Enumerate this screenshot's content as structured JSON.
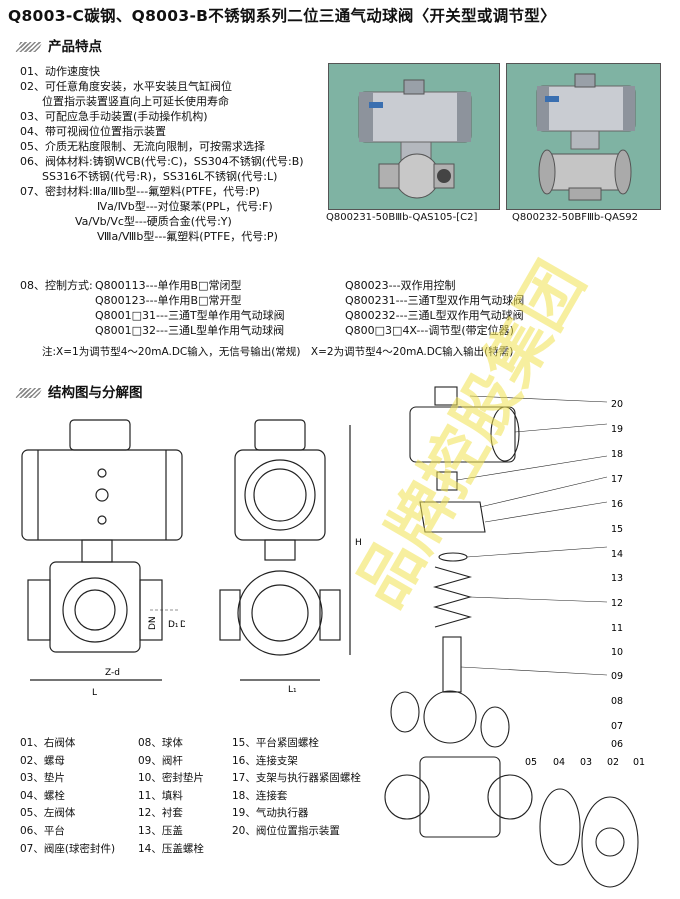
{
  "title": "Q8003-C碳钢、Q8003-B不锈钢系列二位三通气动球阀〈开关型或调节型〉",
  "section1": "产品特点",
  "section2": "结构图与分解图",
  "features": [
    "01、动作速度快",
    "02、可任意角度安装，水平安装且气缸阀位",
    "　　位置指示装置竖直向上可延长使用寿命",
    "03、可配应急手动装置(手动操作机构)",
    "04、带可视阀位位置指示装置",
    "05、介质无粘度限制、无流向限制，可按需求选择",
    "06、阀体材料:铸钢WCB(代号:C)，SS304不锈钢(代号:B)",
    "　　SS316不锈钢(代号:R)，SS316L不锈钢(代号:L)",
    "07、密封材料:Ⅲa/Ⅲb型---氟塑料(PTFE，代号:P)",
    "　　　　　　　Ⅳa/Ⅳb型---对位聚苯(PPL，代号:F)",
    "　　　　　Va/Vb/Vc型---硬质合金(代号:Y)",
    "　　　　　　　Ⅷa/Ⅷb型---氟塑料(PTFE，代号:P)"
  ],
  "control_label": "08、控制方式:",
  "control_left": [
    "Q800113---单作用B□常闭型",
    "Q800123---单作用B□常开型",
    "Q8001□31---三通T型单作用气动球阀",
    "Q8001□32---三通L型单作用气动球阀"
  ],
  "control_right": [
    "Q80023---双作用控制",
    "Q800231---三通T型双作用气动球阀",
    "Q800232---三通L型双作用气动球阀",
    "Q800□3□4X---调节型(带定位器)"
  ],
  "note": "注:X=1为调节型4～20mA.DC输入，无信号输出(常规)　X=2为调节型4～20mA.DC输入输出(特需)",
  "photo_captions": [
    "Q800231-50BⅢb-QAS105-[C2]",
    "Q800232-50BFⅢb-QAS92"
  ],
  "dim_labels": {
    "Z_d": "Z-d",
    "DN": "DN",
    "D1": "D₁",
    "D": "D",
    "L": "L",
    "L1": "L₁",
    "H": "H"
  },
  "parts_col1": [
    "01、右阀体",
    "02、螺母",
    "03、垫片",
    "04、螺栓",
    "05、左阀体",
    "06、平台",
    "07、阀座(球密封件)"
  ],
  "parts_col2": [
    "08、球体",
    "09、阀杆",
    "10、密封垫片",
    "11、填料",
    "12、衬套",
    "13、压盖",
    "14、压盖螺栓"
  ],
  "parts_col3": [
    "15、平台紧固螺栓",
    "16、连接支架",
    "17、支架与执行器紧固螺栓",
    "18、连接套",
    "19、气动执行器",
    "20、阀位位置指示装置"
  ],
  "exploded_numbers_right": [
    "20",
    "19",
    "18",
    "17",
    "16",
    "15",
    "14",
    "13",
    "12",
    "11",
    "10",
    "09",
    "08",
    "07",
    "06"
  ],
  "exploded_numbers_bottom": [
    "05",
    "04",
    "03",
    "02",
    "01"
  ],
  "watermark": "品牌控股集团",
  "colors": {
    "photo_bg": "#7fb3a3",
    "watermark": "#f0e150",
    "actuator_blue": "#3a6fb0"
  }
}
